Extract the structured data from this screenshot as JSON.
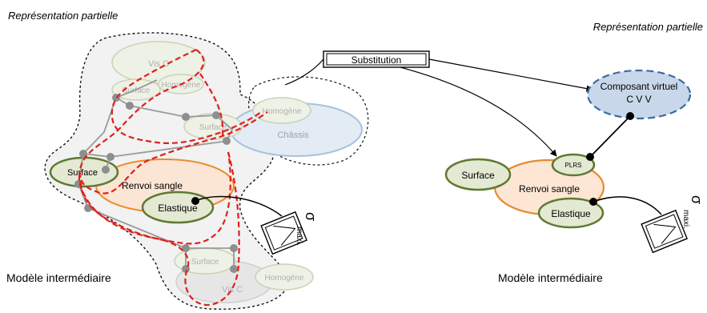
{
  "left": {
    "header": "Représentation partielle",
    "footer": "Modèle intermédiaire",
    "nodes": {
      "vis_c_top": "Vis C",
      "surface_top": "Surface",
      "homogene_top": "Homogène",
      "surface_mid": "Surface",
      "homogene_chassis": "Homogène",
      "chassis": "Châssis",
      "surface_left": "Surface",
      "renvoi_sangle": "Renvoi sangle",
      "elastique": "Elastique",
      "surface_bottom": "Surface",
      "homogene_bottom": "Homogène",
      "vis_c_bottom": "Vis C"
    },
    "sigma": "σ",
    "maxi": "maxi."
  },
  "center": {
    "substitution": "Substitution"
  },
  "right": {
    "header": "Représentation partielle",
    "footer": "Modèle intermédiaire",
    "nodes": {
      "composant_virtuel": "Composant virtuel",
      "cvv": "C V V",
      "surface": "Surface",
      "plrs": "PLRS",
      "renvoi_sangle": "Renvoi sangle",
      "elastique": "Elastique"
    },
    "sigma": "σ",
    "maxi": "maxi."
  },
  "colors": {
    "green_fill": "#e3e9d2",
    "green_stroke": "#5e7a32",
    "orange_fill": "#fde6d4",
    "orange_stroke": "#e68a2e",
    "blue_fill": "#c9d7ea",
    "blue_stroke": "#3c6aa0",
    "red_dash": "#e0201b",
    "grey_node": "#909090"
  }
}
